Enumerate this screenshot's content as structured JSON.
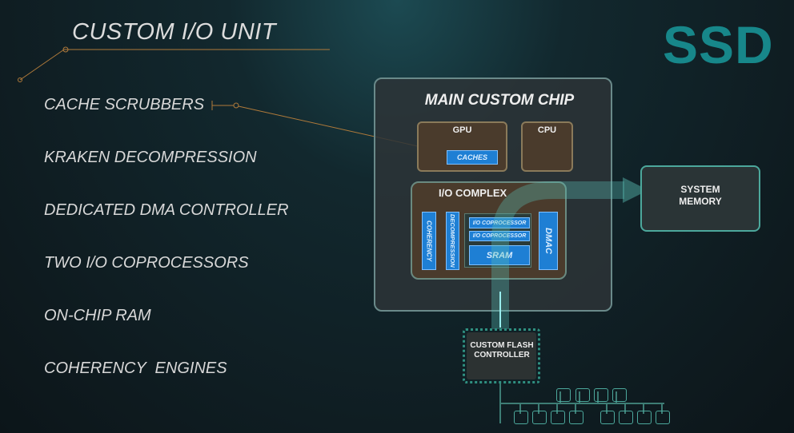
{
  "slide": {
    "title": "CUSTOM I/O UNIT",
    "logo": "SSD"
  },
  "features": [
    "CACHE SCRUBBERS",
    "KRAKEN DECOMPRESSION",
    "DEDICATED DMA CONTROLLER",
    "TWO I/O COPROCESSORS",
    "ON-CHIP RAM",
    "COHERENCY  ENGINES"
  ],
  "diagram": {
    "main_chip": "MAIN CUSTOM CHIP",
    "gpu": "GPU",
    "caches": "CACHES",
    "cpu": "CPU",
    "io_complex": "I/O COMPLEX",
    "coherency": "COHERENCY",
    "decompression": "DECOMPRESSION",
    "io_coprocessor_1": "I/O COPROCESSOR",
    "io_coprocessor_2": "I/O COPROCESSOR",
    "sram": "SRAM",
    "dmac": "DMAC",
    "system_memory": "SYSTEM MEMORY",
    "flash_controller": "CUSTOM FLASH CONTROLLER"
  },
  "colors": {
    "accent": "#17878a",
    "block": "#1e7fd4",
    "brown": "#4a3b2c",
    "line": "#b07a3a"
  }
}
